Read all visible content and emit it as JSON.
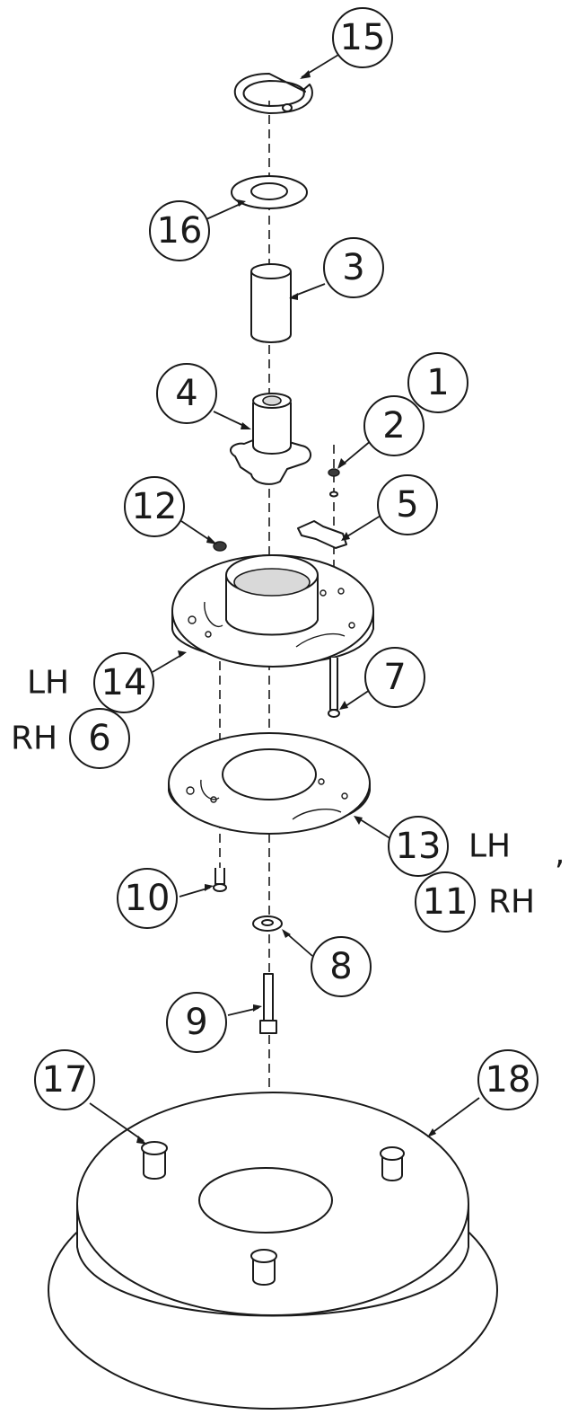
{
  "callouts": {
    "c1": "1",
    "c2": "2",
    "c3": "3",
    "c4": "4",
    "c5": "5",
    "c6": "6",
    "c7": "7",
    "c8": "8",
    "c9": "9",
    "c10": "10",
    "c11": "11",
    "c12": "12",
    "c13": "13",
    "c14": "14",
    "c15": "15",
    "c16": "16",
    "c17": "17",
    "c18": "18"
  },
  "side_labels": {
    "lh_14": "LH",
    "rh_6": "RH",
    "lh_13": "LH",
    "rh_11": "RH"
  },
  "stray_mark": ","
}
